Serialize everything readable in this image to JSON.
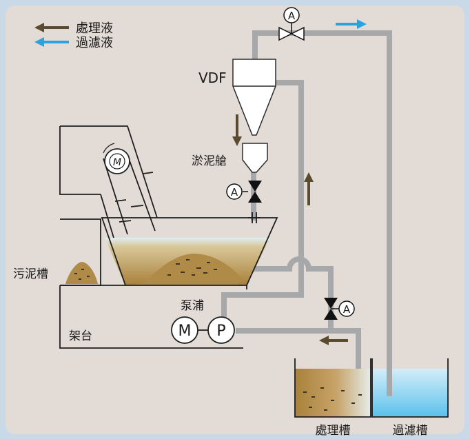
{
  "legend": {
    "treated_liquid": "處理液",
    "filtered_liquid": "過濾液"
  },
  "labels": {
    "vdf": "VDF",
    "sludge_hopper": "淤泥艙",
    "sludge_tank": "污泥槽",
    "pump": "泵浦",
    "stand": "架台",
    "treatment_tank": "處理槽",
    "filtrate_tank": "過濾槽"
  },
  "symbols": {
    "valve_tag": "A",
    "motor_tag": "M",
    "pump_tag": "P",
    "conveyor_motor_tag": "M"
  },
  "colors": {
    "background": "#e2dbd6",
    "frame": "#c9d9e8",
    "pipe": "#a7a8aa",
    "treated_arrow": "#5a4a2e",
    "filtered_arrow": "#2aa2dd",
    "sludge": "#b68d45",
    "water": "#cfe7f4"
  }
}
